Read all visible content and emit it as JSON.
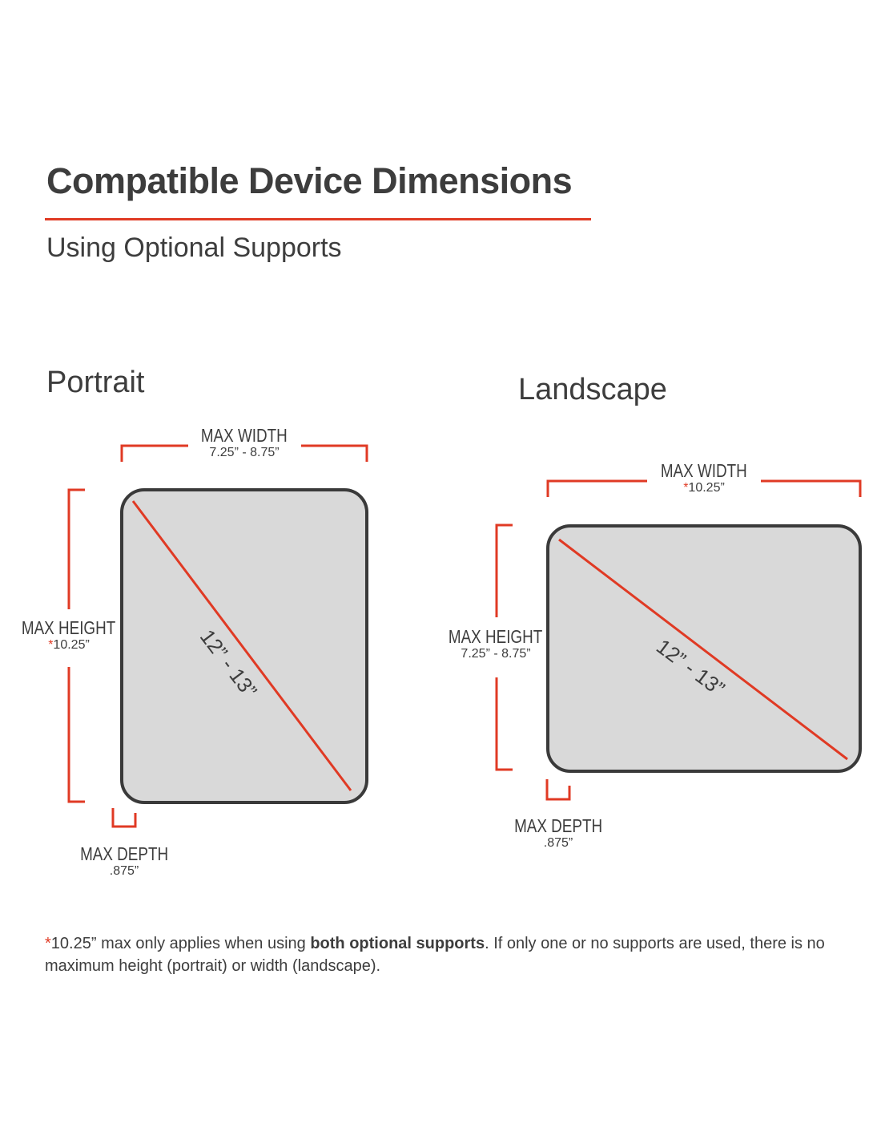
{
  "title": "Compatible Device Dimensions",
  "subtitle": "Using Optional Supports",
  "colors": {
    "accent": "#e03a24",
    "device_fill": "#d9d9d9",
    "device_border": "#3a3a3a",
    "text": "#3d3d3d"
  },
  "portrait": {
    "heading": "Portrait",
    "max_width_label": "MAX WIDTH",
    "max_width_value": "7.25” - 8.75”",
    "max_height_label": "MAX HEIGHT",
    "max_height_asterisk": "*",
    "max_height_value": "10.25”",
    "max_depth_label": "MAX DEPTH",
    "max_depth_value": ".875”",
    "diagonal": "12” - 13”"
  },
  "landscape": {
    "heading": "Landscape",
    "max_width_label": "MAX WIDTH",
    "max_width_asterisk": "*",
    "max_width_value": "10.25”",
    "max_height_label": "MAX HEIGHT",
    "max_height_value": "7.25” - 8.75”",
    "max_depth_label": "MAX DEPTH",
    "max_depth_value": ".875”",
    "diagonal": "12” - 13”"
  },
  "footnote": {
    "asterisk": "*",
    "part1": "10.25” max only applies when using ",
    "bold": "both optional supports",
    "part2": ". If only one or no supports are used, there is no maximum height (portrait) or width (landscape)."
  }
}
